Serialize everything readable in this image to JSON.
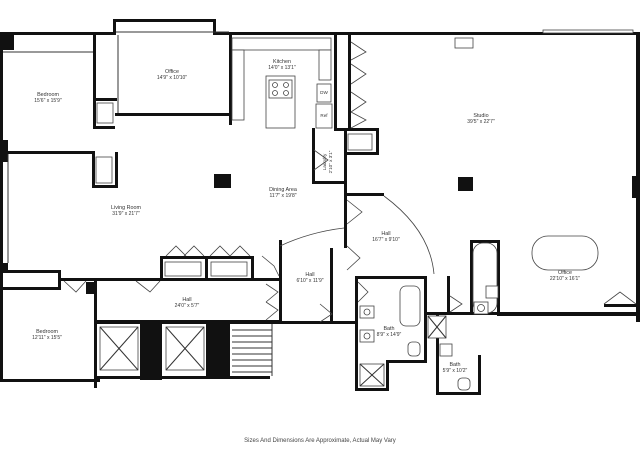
{
  "rooms": [
    {
      "id": "bedroom-1",
      "name": "Bedroom",
      "dims": "15'6\" x 15'9\""
    },
    {
      "id": "office-1",
      "name": "Office",
      "dims": "14'9\" x 10'10\""
    },
    {
      "id": "kitchen",
      "name": "Kitchen",
      "dims": "14'0\" x 13'1\""
    },
    {
      "id": "studio",
      "name": "Studio",
      "dims": "39'5\" x 22'7\""
    },
    {
      "id": "laundry",
      "name": "Laundry",
      "dims": "2'10\" x 3'1\""
    },
    {
      "id": "dining-area",
      "name": "Dining Area",
      "dims": "11'7\" x 19'8\""
    },
    {
      "id": "living-room",
      "name": "Living Room",
      "dims": "31'9\" x 21'7\""
    },
    {
      "id": "hall-1",
      "name": "Hall",
      "dims": "16'7\" x 9'10\""
    },
    {
      "id": "office-2",
      "name": "Office",
      "dims": "22'10\" x 16'1\""
    },
    {
      "id": "hall-2",
      "name": "Hall",
      "dims": "6'10\" x 11'9\""
    },
    {
      "id": "hall-3",
      "name": "Hall",
      "dims": "24'0\" x 5'7\""
    },
    {
      "id": "bedroom-2",
      "name": "Bedroom",
      "dims": "12'11\" x 15'5\""
    },
    {
      "id": "bath-1",
      "name": "Bath",
      "dims": "8'9\" x 14'9\""
    },
    {
      "id": "bath-2",
      "name": "Bath",
      "dims": "5'9\" x 10'2\""
    }
  ],
  "fixtures": {
    "dishwasher": "DW",
    "refrigerator": "Ref"
  },
  "footnote": "Sizes And Dimensions Are Approximate, Actual May Vary"
}
